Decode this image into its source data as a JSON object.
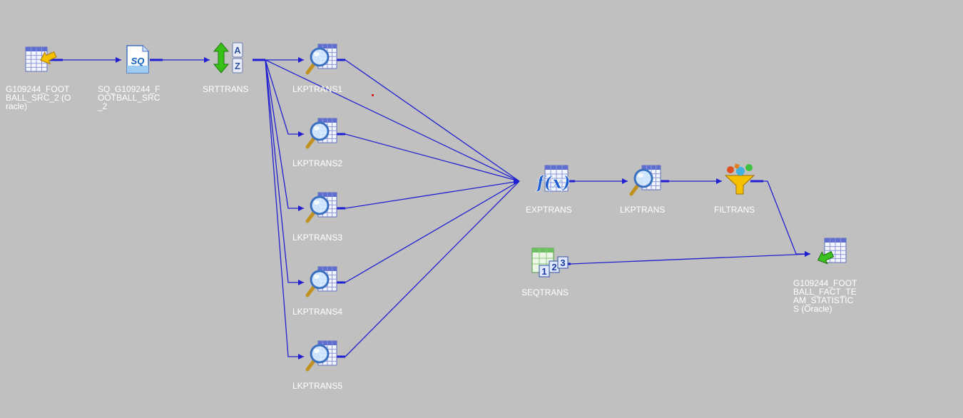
{
  "mapping": {
    "nodes": [
      {
        "id": "src",
        "type": "source-definition",
        "icon": "source-table-icon",
        "label": "G109244_FOOT\nBALL_SRC_2 (O\nracle)"
      },
      {
        "id": "sq",
        "type": "source-qualifier",
        "icon": "source-qualifier-icon",
        "label": "SQ_G109244_F\nOOTBALL_SRC\n_2"
      },
      {
        "id": "srt",
        "type": "sorter",
        "icon": "sorter-icon",
        "label": "SRTTRANS"
      },
      {
        "id": "lkp1",
        "type": "lookup",
        "icon": "lookup-icon",
        "label": "LKPTRANS1"
      },
      {
        "id": "lkp2",
        "type": "lookup",
        "icon": "lookup-icon",
        "label": "LKPTRANS2"
      },
      {
        "id": "lkp3",
        "type": "lookup",
        "icon": "lookup-icon",
        "label": "LKPTRANS3"
      },
      {
        "id": "lkp4",
        "type": "lookup",
        "icon": "lookup-icon",
        "label": "LKPTRANS4"
      },
      {
        "id": "lkp5",
        "type": "lookup",
        "icon": "lookup-icon",
        "label": "LKPTRANS5"
      },
      {
        "id": "exp",
        "type": "expression",
        "icon": "expression-icon",
        "label": "EXPTRANS"
      },
      {
        "id": "lkp",
        "type": "lookup",
        "icon": "lookup-icon",
        "label": "LKPTRANS"
      },
      {
        "id": "fil",
        "type": "filter",
        "icon": "filter-icon",
        "label": "FILTRANS"
      },
      {
        "id": "seq",
        "type": "sequence-generator",
        "icon": "sequence-icon",
        "label": "SEQTRANS"
      },
      {
        "id": "tgt",
        "type": "target-definition",
        "icon": "target-table-icon",
        "label": "G109244_FOOT\nBALL_FACT_TE\nAM_STATISTIC\nS (Oracle)"
      }
    ],
    "links": [
      {
        "from": "src",
        "to": "sq"
      },
      {
        "from": "sq",
        "to": "srt"
      },
      {
        "from": "srt",
        "to": "lkp1"
      },
      {
        "from": "srt",
        "to": "lkp2"
      },
      {
        "from": "srt",
        "to": "lkp3"
      },
      {
        "from": "srt",
        "to": "lkp4"
      },
      {
        "from": "srt",
        "to": "lkp5"
      },
      {
        "from": "srt",
        "to": "exp"
      },
      {
        "from": "lkp1",
        "to": "exp"
      },
      {
        "from": "lkp2",
        "to": "exp"
      },
      {
        "from": "lkp3",
        "to": "exp"
      },
      {
        "from": "lkp4",
        "to": "exp"
      },
      {
        "from": "lkp5",
        "to": "exp"
      },
      {
        "from": "exp",
        "to": "lkp"
      },
      {
        "from": "lkp",
        "to": "fil"
      },
      {
        "from": "fil",
        "to": "tgt"
      },
      {
        "from": "seq",
        "to": "tgt"
      }
    ],
    "colors": {
      "canvas": "#c0c0c0",
      "link": "#2020d0",
      "label": "#ffffff"
    }
  }
}
